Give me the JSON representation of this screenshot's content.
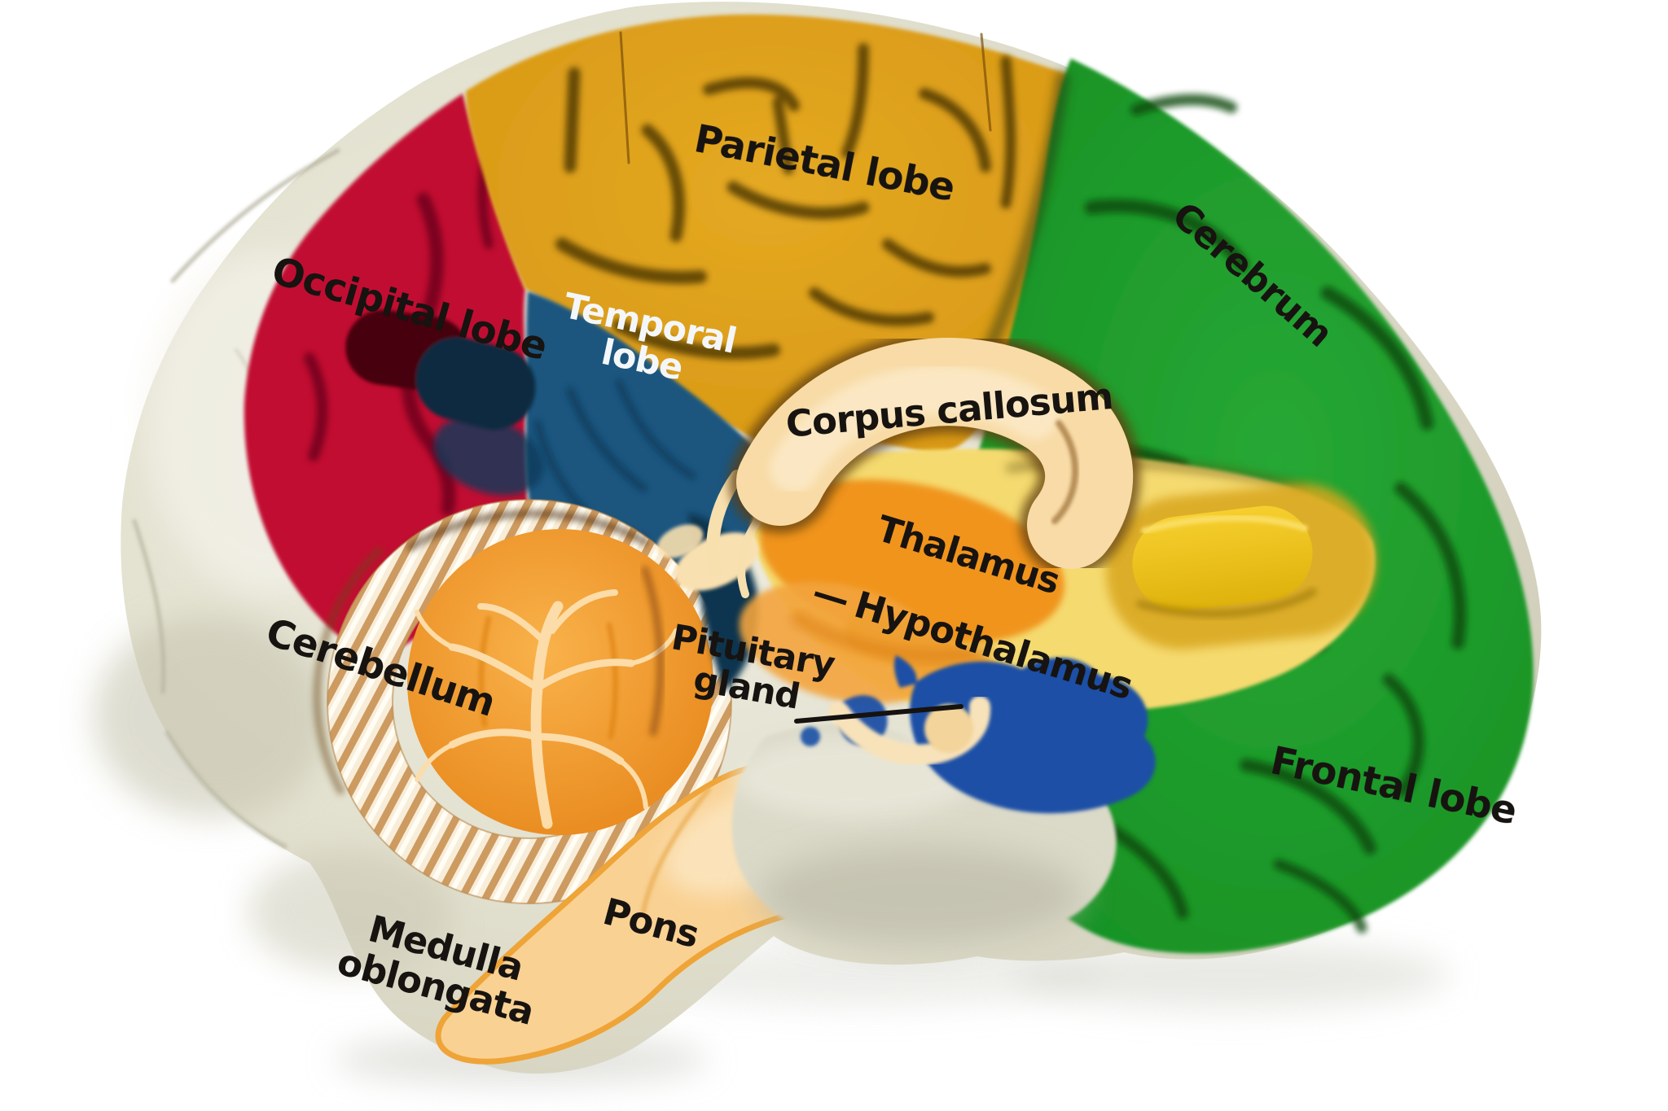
{
  "scene": {
    "description": "Photograph of a painted foam anatomical model of a human brain, sagittal cross-section, with printed labels on colored puzzle-like regions",
    "background_color": "#ffffff"
  },
  "labels": {
    "parietal": "Parietal lobe",
    "occipital": "Occipital lobe",
    "temporal_line1": "Temporal",
    "temporal_line2": "lobe",
    "cerebrum": "Cerebrum",
    "corpus_callosum": "Corpus callosum",
    "thalamus": "Thalamus",
    "hypothalamus_dash": "—",
    "hypothalamus": "Hypothalamus",
    "pituitary_line1": "Pituitary",
    "pituitary_line2": "gland",
    "cerebellum": "Cerebellum",
    "frontal": "Frontal lobe",
    "pons": "Pons",
    "medulla_line1": "Medulla",
    "medulla_line2": "oblongata"
  },
  "colors": {
    "foam_shell": "#E2E0CE",
    "occipital_red": "#C20D33",
    "parietal_gold": "#DFA11C",
    "cerebrum_green": "#1D9B2A",
    "temporal_blue": "#1B567F",
    "corpus_callosum_cream": "#F8DBA6",
    "inner_yellow": "#F5DA70",
    "thalamus_orange": "#F0941E",
    "csf_royal_blue": "#1A50A5",
    "cerebellum_orange": "#F2992B",
    "brainstem_peach": "#F9D193",
    "plug_yellow": "#F3C714",
    "fossa_grey": "#DBD9C8",
    "label_black": "#171310",
    "label_white": "#F4F7F9"
  }
}
